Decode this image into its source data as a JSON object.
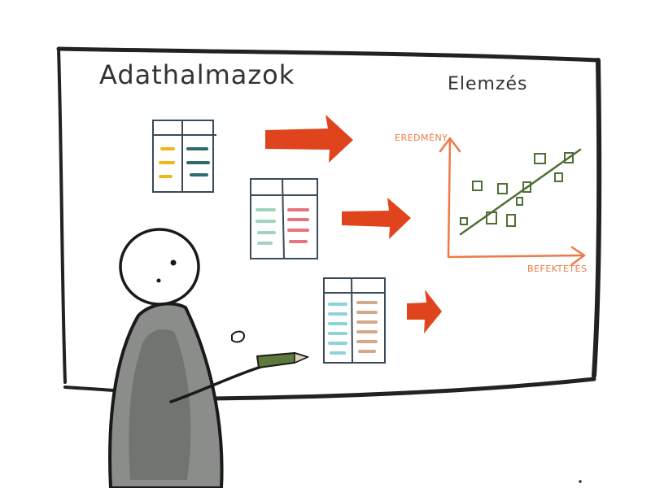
{
  "board": {
    "title_left": "Adathalmazok",
    "title_right": "Elemzés"
  },
  "chart_data": {
    "type": "scatter",
    "title": "",
    "xlabel": "BEFEKTETÉS",
    "ylabel": "EREDMÉNY",
    "grid": false,
    "trendline": true
  },
  "colors": {
    "ink": "#2a2a2a",
    "arrow": "#e0441d",
    "axis": "#ee7a46",
    "scatter": "#4f6e36",
    "table_border": "#3a4a58",
    "yellow": "#f4b51c",
    "teal": "#2e6b6b",
    "mint": "#9fd5bf",
    "pink": "#e8737c",
    "cyan": "#8dd3d8",
    "tan": "#d2a98a",
    "pen": "#5d7a3c"
  }
}
